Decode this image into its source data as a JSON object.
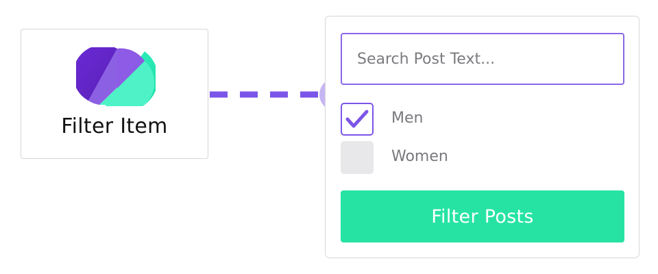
{
  "filter_item": {
    "title": "Filter Item",
    "logo_icon": "filter-logo-icon"
  },
  "search": {
    "placeholder": "Search Post Text..."
  },
  "checkboxes": [
    {
      "label": "Men",
      "checked": true
    },
    {
      "label": "Women",
      "checked": false
    }
  ],
  "filter_button": {
    "label": "Filter Posts"
  },
  "colors": {
    "accent_purple": "#7b55e8",
    "accent_green": "#26e3a4",
    "border": "#d6d6dc"
  }
}
